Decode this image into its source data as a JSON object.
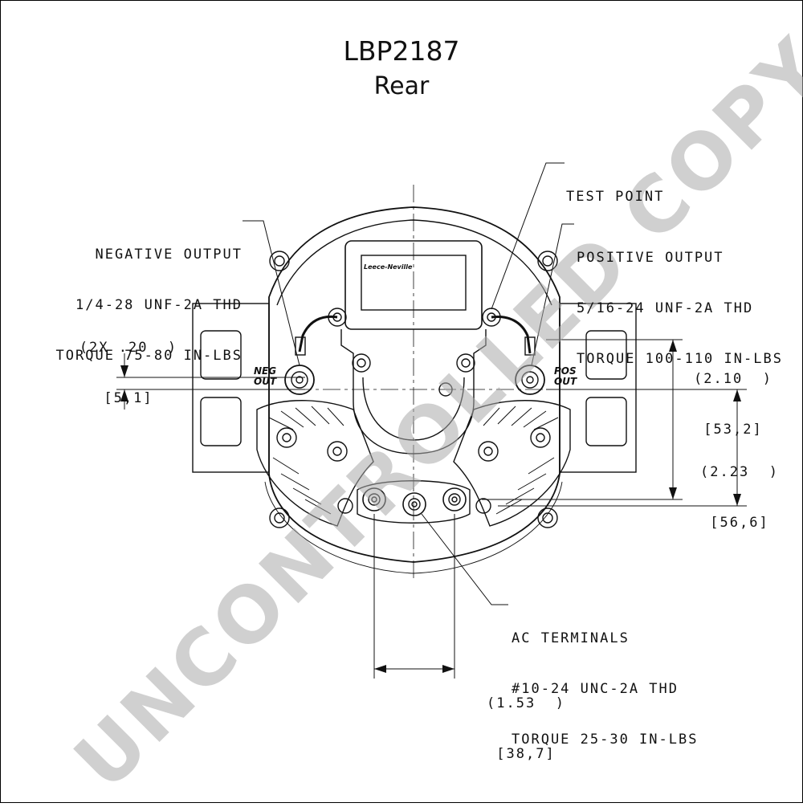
{
  "title": "LBP2187",
  "subtitle": "Rear",
  "watermark": "UNCONTROLLED COPY",
  "callouts": {
    "test_point": "TEST POINT",
    "negative_output": [
      "NEGATIVE OUTPUT",
      "1/4-28 UNF-2A THD",
      "TORQUE 75-80 IN-LBS"
    ],
    "positive_output": [
      "POSITIVE OUTPUT",
      "5/16-24 UNF-2A THD",
      "TORQUE 100-110 IN-LBS"
    ],
    "ac_terminals": [
      "AC TERMINALS",
      "#10-24 UNC-2A THD",
      "TORQUE 25-30 IN-LBS"
    ]
  },
  "dimensions": {
    "offset": [
      "(2X .20  )",
      "[5,1]"
    ],
    "dim_210": [
      "(2.10  )",
      "[53,2]"
    ],
    "dim_223": [
      "(2.23  )",
      "[56,6]"
    ],
    "dim_153": [
      "(1.53  )",
      "[38,7]"
    ]
  },
  "terminal_tags": {
    "neg": [
      "NEG",
      "OUT"
    ],
    "pos": [
      "POS",
      "OUT"
    ]
  },
  "regulator_brand": "Leece-Neville"
}
